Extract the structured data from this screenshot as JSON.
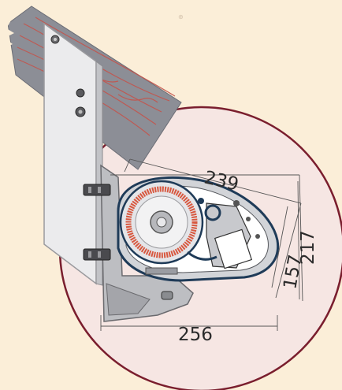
{
  "dimensions": {
    "top_width": "239",
    "bottom_width": "256",
    "side_height_inner": "157",
    "side_height_outer": "217"
  },
  "colors": {
    "background": "#fbeed8",
    "circle_fill": "#f6e6e3",
    "circle_stroke": "#7a1e2e",
    "wood_fill": "#8c8e96",
    "wood_grain": "#c4544c",
    "bracket_fill": "#ebebed",
    "housing_fill": "#d2d4d8",
    "winding_ring": "#d8583f",
    "dark_blue": "#1f3b58",
    "dimension_line": "#555555"
  },
  "icons": [
    "bolt-icon",
    "nut-icon",
    "screw-icon"
  ]
}
